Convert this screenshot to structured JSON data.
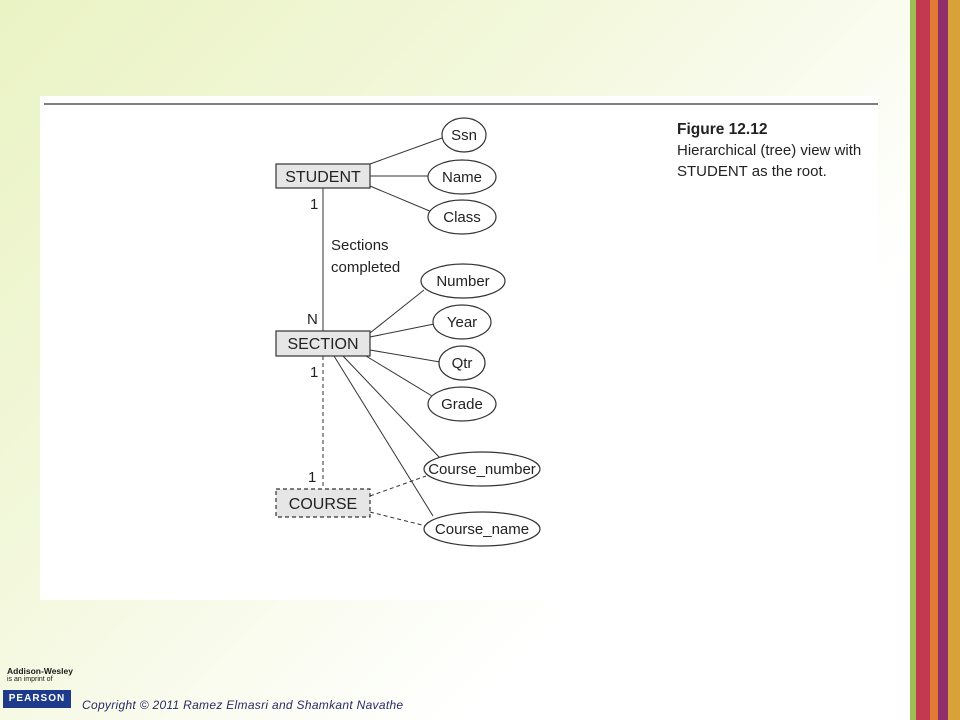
{
  "figure": {
    "number": "Figure 12.12",
    "caption_line1": "Hierarchical (tree) view with",
    "caption_line2": "STUDENT as the root."
  },
  "entities": {
    "student": "STUDENT",
    "section": "SECTION",
    "course": "COURSE"
  },
  "attributes": {
    "student": [
      "Ssn",
      "Name",
      "Class"
    ],
    "section": [
      "Number",
      "Year",
      "Qtr",
      "Grade",
      "Course_number",
      "Course_name"
    ],
    "course": [
      "Course_number",
      "Course_name"
    ]
  },
  "relationship": {
    "label_line1": "Sections",
    "label_line2": "completed"
  },
  "cardinalities": {
    "student_side": "1",
    "section_top": "N",
    "section_bottom": "1",
    "course_side": "1"
  },
  "footer": {
    "copyright": "Copyright © 2011 Ramez Elmasri and Shamkant Navathe"
  },
  "logo": {
    "publisher": "Addison-Wesley",
    "imprint": "is an imprint of",
    "parent": "PEARSON"
  },
  "colors": {
    "entity_fill": "#e6e6e6",
    "line": "#333333",
    "background_tint": "#eaf3c4"
  }
}
